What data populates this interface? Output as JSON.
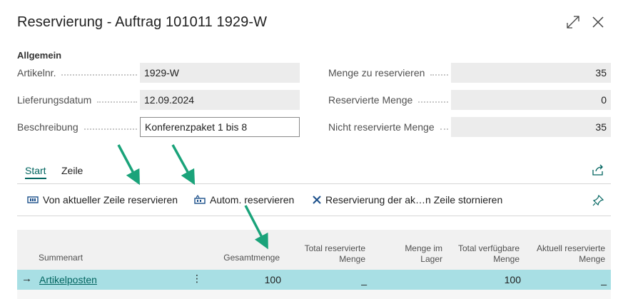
{
  "dialog": {
    "title": "Reservierung - Auftrag 101011 1929-W"
  },
  "general": {
    "section_title": "Allgemein",
    "fields_left": [
      {
        "label": "Artikelnr.",
        "value": "1929-W"
      },
      {
        "label": "Lieferungsdatum",
        "value": "12.09.2024"
      },
      {
        "label": "Beschreibung",
        "value": "Konferenzpaket 1 bis 8"
      }
    ],
    "fields_right": [
      {
        "label": "Menge zu reservieren",
        "value": "35"
      },
      {
        "label": "Reservierte Menge",
        "value": "0"
      },
      {
        "label": "Nicht reservierte Menge",
        "value": "35"
      }
    ]
  },
  "tabs": [
    {
      "label": "Start",
      "active": true
    },
    {
      "label": "Zeile",
      "active": false
    }
  ],
  "actions": [
    {
      "label": "Von aktueller Zeile reservieren",
      "icon": "reserve-line-icon"
    },
    {
      "label": "Autom. reservieren",
      "icon": "auto-reserve-icon"
    },
    {
      "label": "Reservierung der ak…n Zeile stornieren",
      "icon": "cancel-x-icon"
    }
  ],
  "grid": {
    "columns": [
      "Summenart",
      "Gesamtmenge",
      "Total reservierte Menge",
      "Menge im Lager",
      "Total verfügbare Menge",
      "Aktuell reservierte Menge"
    ],
    "rows": [
      {
        "summenart": "Artikelposten",
        "gesamtmenge": "100",
        "total_reserviert": "_",
        "menge_lager": "",
        "total_verfuegbar": "100",
        "aktuell_reserviert": "_"
      }
    ]
  },
  "colors": {
    "accent": "#00645f",
    "selected_row": "#a8dfe4",
    "annotation_arrow": "#1aa37a"
  }
}
